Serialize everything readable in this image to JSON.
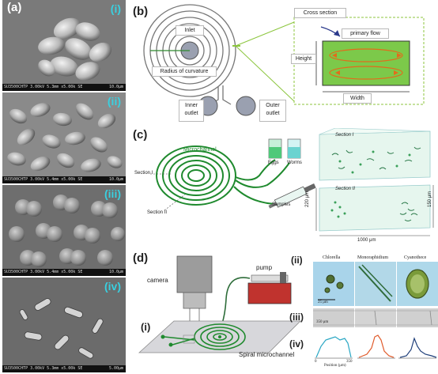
{
  "panel_a": {
    "label": "(a)",
    "subpanels": [
      {
        "roman": "(i)",
        "info": "SU3500CHTP 3.00kV 5.3mm x5.00k SE",
        "scale": "10.0μm"
      },
      {
        "roman": "(ii)",
        "info": "SU3500CHTP 3.00kV 5.4mm x5.00k SE",
        "scale": "10.0μm"
      },
      {
        "roman": "(iii)",
        "info": "SU3500CHTP 3.00kV 5.4mm x5.00k SE",
        "scale": "10.0μm"
      },
      {
        "roman": "(iv)",
        "info": "SU3500CHTP 3.00kV 5.3mm x5.00k SE",
        "scale": "5.00μm"
      }
    ]
  },
  "panel_b": {
    "label": "(b)",
    "inlet": "Inlet",
    "radius": "Radius of curvature",
    "inner_outlet": "Inner outlet",
    "outer_outlet": "Outer outlet",
    "cross_section": "Cross section",
    "primary_flow": "primary flow",
    "height": "Height",
    "width": "Width"
  },
  "panel_c": {
    "label": "(c)",
    "microchannel": "Microchannel",
    "eggs": "Eggs",
    "worms": "Worms",
    "samples": "Samples",
    "section_i": "Section I",
    "section_ii": "Section II",
    "dim_220": "220 μm",
    "dim_150": "150 μm",
    "dim_1000": "1000 μm"
  },
  "panel_d": {
    "label": "(d)",
    "camera": "camera",
    "pump": "pump",
    "spiral": "Spiral microchannel",
    "sub_i": "(i)",
    "sub_ii": "(ii)",
    "sub_iii": "(iii)",
    "sub_iv": "(iv)",
    "species": [
      "Chlorella",
      "Monoraphidium",
      "Cyanothece"
    ],
    "scale_ii": "25 μm",
    "scale_iii": "350 μm",
    "axis_label": "Position (μm)",
    "axis_zero": "0",
    "axis_max": "350"
  },
  "colors": {
    "cyan_label": "#39d0e0",
    "channel_green": "#1f8a2e",
    "cross_green": "#7cc94a",
    "flow_orange": "#e36b1b"
  }
}
